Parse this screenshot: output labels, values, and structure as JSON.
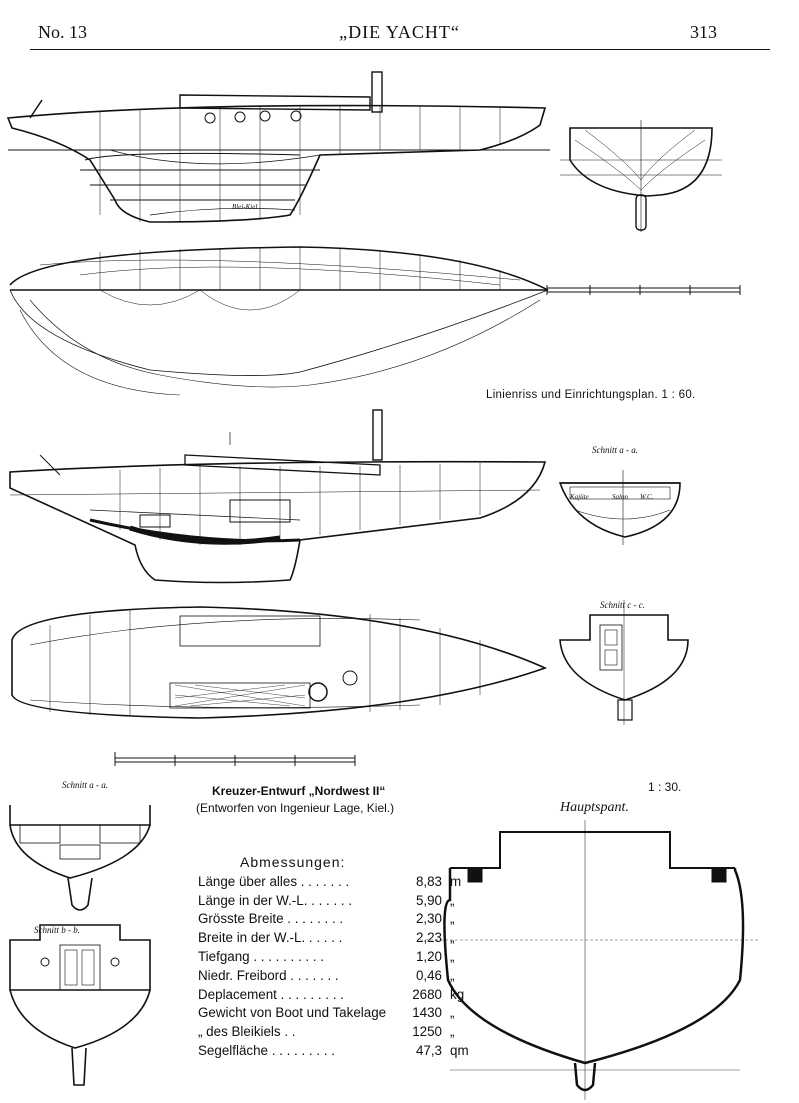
{
  "header": {
    "issue": "No. 13",
    "magazine": "„DIE YACHT“",
    "page_number": "313"
  },
  "plates": {
    "lines_caption": "Linienriss und Einrichtungsplan.  1 : 60.",
    "design_title": "Kreuzer-Entwurf „Nordwest II“",
    "designer": "(Entworfen von Ingenieur Lage, Kiel.)",
    "midship_scale": "1 : 30."
  },
  "drawing_labels": {
    "section_aa_top": "Schnitt a - a.",
    "section_cc": "Schnitt c - c.",
    "section_aa_left": "Schnitt a - a.",
    "section_bb": "Schnitt b - b.",
    "midship": "Hauptspant.",
    "bleikiel": "Blei-Kiel",
    "cabin": "Kajüte",
    "salon": "Salon",
    "wc": "W.C."
  },
  "dimensions": {
    "heading": "Abmessungen:",
    "rows": [
      {
        "label": "Länge über alles  . . . . . . .",
        "value": "8,83",
        "unit": "m"
      },
      {
        "label": "Länge in der W.-L.  . . . . . .",
        "value": "5,90",
        "unit": "„"
      },
      {
        "label": "Grösste Breite  . . . . . . . .",
        "value": "2,30",
        "unit": "„"
      },
      {
        "label": "Breite in der W.-L.  . . . . .",
        "value": "2,23",
        "unit": "„"
      },
      {
        "label": "Tiefgang  . . . . . . . . . .",
        "value": "1,20",
        "unit": "„"
      },
      {
        "label": "Niedr. Freibord  . . . . . . .",
        "value": "0,46",
        "unit": "„"
      },
      {
        "label": "Deplacement  . . . . . . . . .",
        "value": "2680",
        "unit": "kg"
      },
      {
        "label": "Gewicht von Boot und Takelage",
        "value": "1430",
        "unit": "„"
      },
      {
        "label": "      „      des Bleikiels  . .",
        "value": "1250",
        "unit": "„"
      },
      {
        "label": "Segelfläche  . . . . . . . . .",
        "value": "47,3",
        "unit": "qm"
      }
    ]
  }
}
